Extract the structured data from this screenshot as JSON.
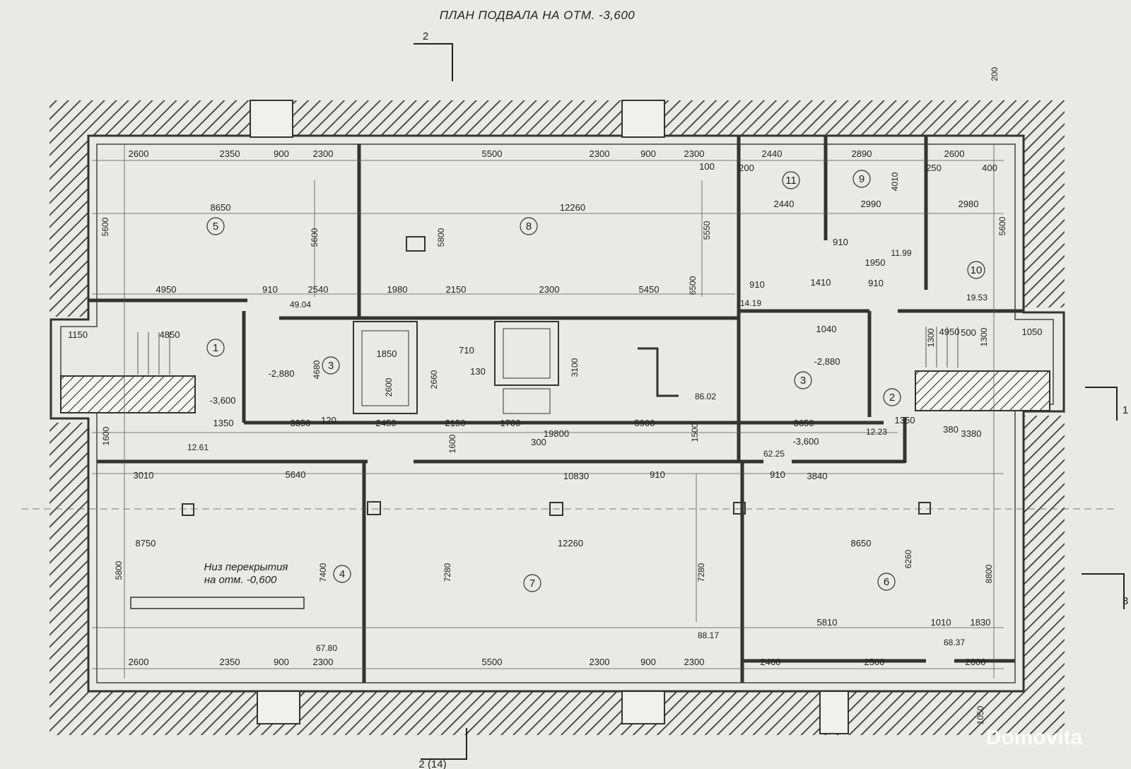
{
  "title": "ПЛАН ПОДВАЛА НА ОТМ. -3,600",
  "section_marks": {
    "top_left": "2",
    "bottom_left": "2 (14)",
    "right_1": "1",
    "right_3": "3"
  },
  "rooms": [
    {
      "num": "1",
      "area": "12.61"
    },
    {
      "num": "2",
      "area": "12.23"
    },
    {
      "num": "3",
      "area": "86.02"
    },
    {
      "num": "3",
      "area": "62.25"
    },
    {
      "num": "4",
      "area": "67.80"
    },
    {
      "num": "5",
      "area": "49.04"
    },
    {
      "num": "6",
      "area": "68.37"
    },
    {
      "num": "7",
      "area": "88.17"
    },
    {
      "num": "8",
      "area": ""
    },
    {
      "num": "9",
      "area": "11.99"
    },
    {
      "num": "10",
      "area": "19.53"
    },
    {
      "num": "11",
      "area": "14.19"
    }
  ],
  "levels": [
    "-2,880",
    "-3,600",
    "-2,880",
    "-3,600"
  ],
  "note": "Низ перекрытия на отм. -0,600",
  "dimensions": {
    "top_row": [
      "2600",
      "2350",
      "900",
      "2300",
      "5500",
      "2300",
      "900",
      "2300",
      "2440",
      "2890",
      "2600"
    ],
    "bottom_row": [
      "2600",
      "2350",
      "900",
      "2300",
      "5500",
      "2300",
      "900",
      "2300",
      "2460",
      "2500",
      "2600"
    ],
    "interior": [
      "8650",
      "12260",
      "2440",
      "2990",
      "2980",
      "4950",
      "2540",
      "1980",
      "2150",
      "2300",
      "5450",
      "1410",
      "1950",
      "1150",
      "4850",
      "1850",
      "3350",
      "2450",
      "2150",
      "1700",
      "5900",
      "3650",
      "1350",
      "4950",
      "1050",
      "1350",
      "3380",
      "19800",
      "5640",
      "10830",
      "3840",
      "3010",
      "8750",
      "12260",
      "8650",
      "5810",
      "1010",
      "1830",
      "910",
      "910",
      "910",
      "910",
      "910",
      "910",
      "300",
      "120",
      "200",
      "250",
      "400",
      "500",
      "380",
      "100",
      "1040",
      "710",
      "130"
    ],
    "vertical": [
      "5600",
      "5600",
      "5800",
      "5550",
      "6500",
      "5600",
      "4010",
      "4680",
      "2660",
      "3100",
      "2600",
      "1600",
      "1600",
      "1500",
      "7400",
      "7280",
      "7280",
      "6260",
      "8800",
      "5800",
      "1300",
      "1300",
      "1050",
      "200"
    ]
  },
  "watermark": "Domovita"
}
